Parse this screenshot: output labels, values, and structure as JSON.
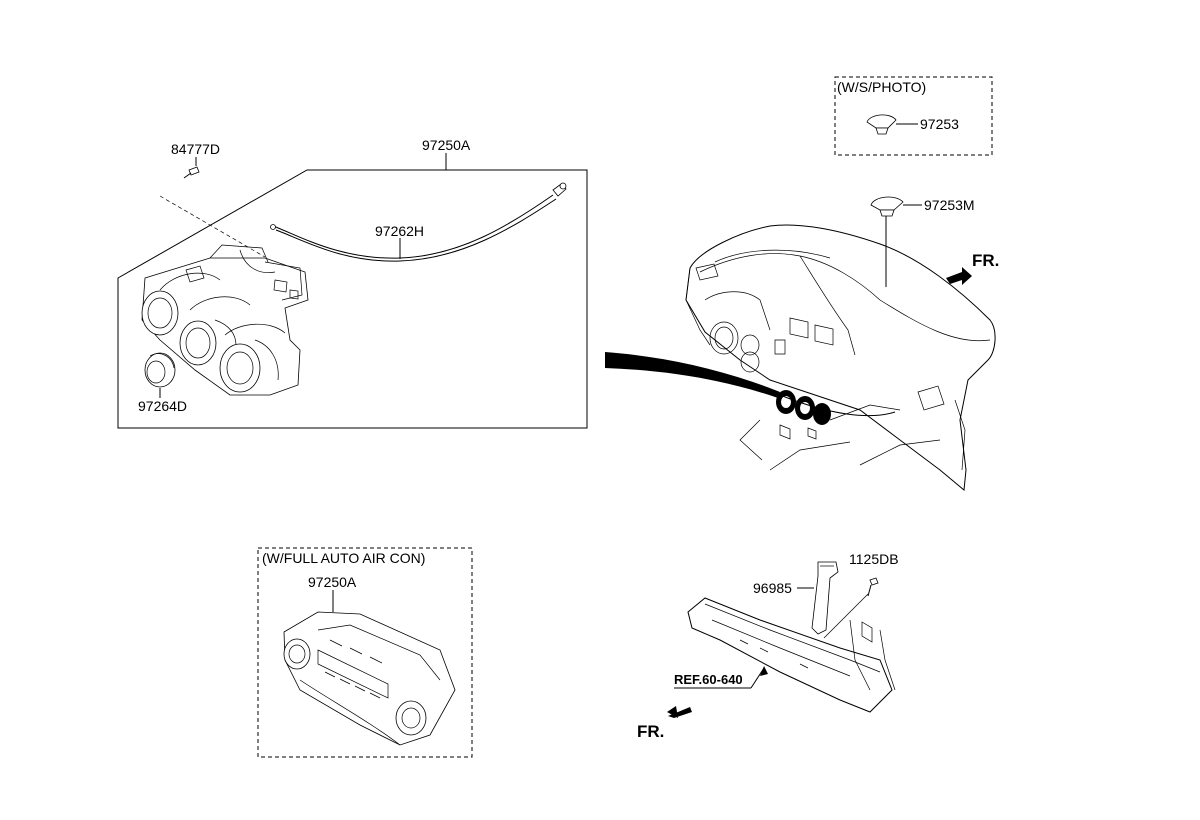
{
  "callouts": {
    "c84777D": "84777D",
    "c97250A_main": "97250A",
    "c97262H": "97262H",
    "c97264D": "97264D",
    "c97253": "97253",
    "c97253M": "97253M",
    "c97250A_auto": "97250A",
    "c1125DB": "1125DB",
    "c96985": "96985"
  },
  "boxes": {
    "ws_photo": "(W/S/PHOTO)",
    "full_auto": "(W/FULL AUTO AIR CON)"
  },
  "references": {
    "ref_60_640": "REF.60-640"
  },
  "direction": {
    "fr_top": "FR.",
    "fr_bottom": "FR."
  }
}
